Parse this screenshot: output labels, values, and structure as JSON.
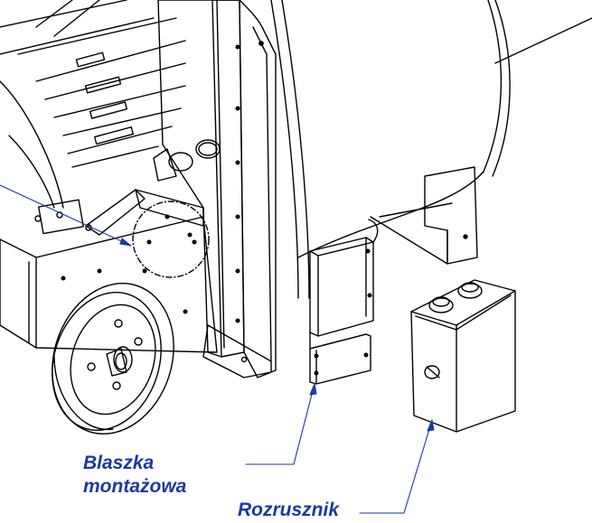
{
  "labels": {
    "mounting_plate_line1": "Blaszka",
    "mounting_plate_line2": "montażowa",
    "starter": "Rozrusznik"
  },
  "colors": {
    "line": "#000000",
    "leader": "#1a3aa0",
    "label": "#1a3aa0",
    "background": "#ffffff"
  }
}
